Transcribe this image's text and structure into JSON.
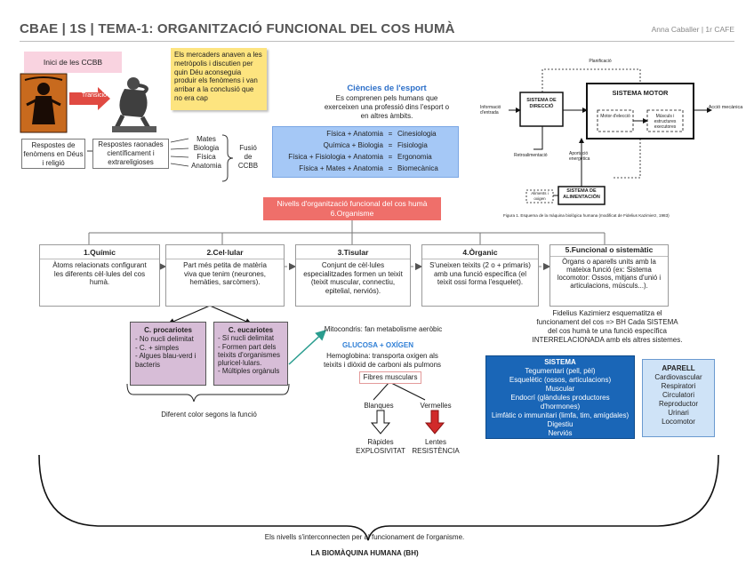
{
  "header": {
    "title": "CBAE | 1S | TEMA-1: ORGANITZACIÓ FUNCIONAL DEL COS HUMÀ",
    "author": "Anna Caballer  |  1r CAFE"
  },
  "ccbb": {
    "start_label": "Inici de les CCBB",
    "transition_label": "Transició",
    "note": "Els mercaders anaven a les metròpolis i discutien per quin Déu aconseguia produir els fenòmens i van arribar a la conclusió que no era cap",
    "myth_box": "Respostes de fenòmens en Déus i religió",
    "rational_box": "Respostes raonades científicament i extrareligioses",
    "sciences": [
      "Mates",
      "Biologia",
      "Física",
      "Anatomia"
    ],
    "fusion_label": "Fusió de CCBB"
  },
  "sport_sciences": {
    "title": "Ciències de l'esport",
    "description": "Es comprenen pels humans que exerceixen una professió dins l'esport o en altres àmbits.",
    "rows": [
      {
        "combo": "Física + Anatomia",
        "eq": "=",
        "result": "Cinesiologia"
      },
      {
        "combo": "Química + Biologia",
        "eq": "=",
        "result": "Fisiologia"
      },
      {
        "combo": "Física + Fisiologia + Anatomia",
        "eq": "=",
        "result": "Ergonomia"
      },
      {
        "combo": "Física + Mates + Anatomia",
        "eq": "=",
        "result": "Biomecànica"
      }
    ]
  },
  "motor_diagram": {
    "top_label": "Planificació",
    "motor_system": "SISTEMA MOTOR",
    "direction_system": "SISTEMA DE DIRECCIÓ",
    "input_label": "Informació d'entrada",
    "output_label": "Acció mecànica",
    "motor_inner": "Motor d'elecció",
    "muscle_inner": "Músculs i estructures executores",
    "feedback_label": "Retroalimentació",
    "energy_label": "Aportació energètica",
    "food_system": "SISTEMA DE ALIMENTACIÓN",
    "food_input": "Aliments i oxigen",
    "caption": "Figura 1. Esquema de la màquina biològica humana (modificat de Fidelius Kazimierz, 1983)"
  },
  "levels_title": "Nivells d'organització funcional del cos humà 6.Organisme",
  "levels": [
    {
      "title": "1.Químic",
      "text": "Àtoms relacionats configurant les diferents cèl·lules del cos humà."
    },
    {
      "title": "2.Cel·lular",
      "text": "Part més petita de matèria viva que tenim (neurones, hemàties, sarcòmers)."
    },
    {
      "title": "3.Tisular",
      "text": "Conjunt de cèl·lules especialitzades formen un teixit (teixit muscular, connectiu, epitelial, nerviós)."
    },
    {
      "title": "4.Òrganic",
      "text": "S'uneixen teixits (2 o + primaris) amb una funció específica (el teixit ossi forma l'esquelet)."
    },
    {
      "title": "5.Funcional o sistemàtic",
      "text": "Òrgans o aparells units amb la mateixa funció (ex: Sistema locomotor: Ossos, mitjans d'unió i articulacions, músculs...)."
    }
  ],
  "cells": {
    "prokaryotes": {
      "title": "C. procariotes",
      "items": [
        "- No nucli delimitat",
        "- C. + simples",
        "- Algues blau-verd i bacteris"
      ]
    },
    "eukaryotes": {
      "title": "C. eucariotes",
      "items": [
        "- Sí nucli delimitat",
        "- Formen part dels teixits d'organismes pluricel·lulars.",
        "- Múltiples orgànuls"
      ]
    },
    "caption": "Diferent color segons la funció"
  },
  "tissue_detail": {
    "mito": "Mitocondris: fan metabolisme aeròbic",
    "glucose": "GLUCOSA + OXÍGEN",
    "hemo": "Hemoglobina: transporta oxigen als teixits i diòxid de carboni als pulmons",
    "fibres": "Fibres musculars",
    "white": "Blanques",
    "red": "Vermelles",
    "fast": "Ràpides",
    "explosive": "EXPLOSIVITAT",
    "slow": "Lentes",
    "endurance": "RESISTÈNCIA"
  },
  "functional_note": "Fidelius Kazimierz esquematitza el funcionament del cos => BH Cada SISTEMA del cos humà te una funció específica INTERRELACIONADA amb els altres sistemes.",
  "sistema": {
    "title": "SISTEMA",
    "items": [
      "Tegumentari (pell, pèl)",
      "Esquelètic (ossos, articulacions)",
      "Muscular",
      "Endocrí (glàndules productores d'hormones)",
      "Limfàtic o immunitari (limfa, tim, amígdales)",
      "Digestiu",
      "Nerviós"
    ]
  },
  "aparell": {
    "title": "APARELL",
    "items": [
      "Cardiovascular",
      "Respiratori",
      "Circulatori",
      "Reproductor",
      "Urinari",
      "Locomotor"
    ]
  },
  "footer": {
    "note": "Els nivells s'interconnecten per al funcionament de l'organisme.",
    "title": "LA BIOMÀQUINA HUMANA (BH)"
  },
  "colors": {
    "header_text": "#555555",
    "pink": "#f9d3e0",
    "yellow": "#fde47f",
    "light_blue": "#a5c8f6",
    "coral": "#ef6f6a",
    "purple": "#d7bdd7",
    "dark_blue": "#1a66b7",
    "pale_blue": "#cfe3f7",
    "teal_arrow": "#2a9d8f",
    "red_arrow": "#d12a2a"
  }
}
